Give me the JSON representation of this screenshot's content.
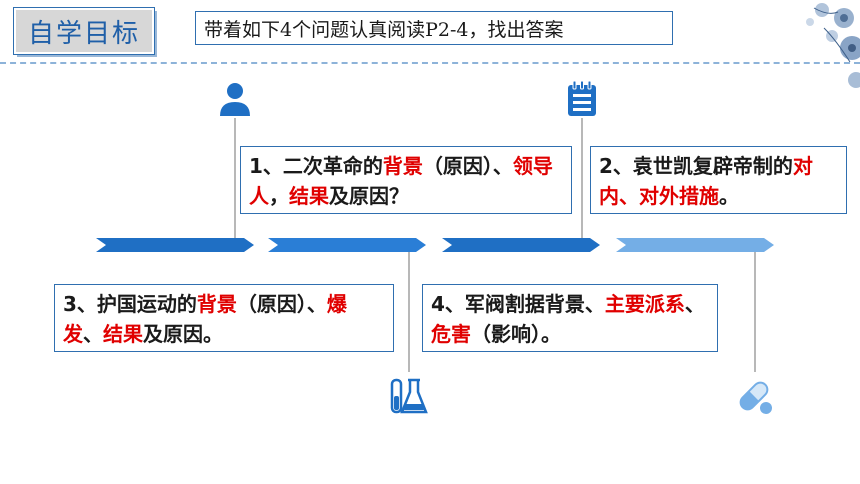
{
  "header": {
    "title": "自学目标",
    "instruction": "带着如下4个问题认真阅读P2-4，找出答案"
  },
  "questions": [
    {
      "parts": [
        {
          "text": "1、二次革命的",
          "red": false
        },
        {
          "text": "背景",
          "red": true
        },
        {
          "text": "（原因）、",
          "red": false
        },
        {
          "text": "领导人",
          "red": true
        },
        {
          "text": "，",
          "red": false
        },
        {
          "text": "结果",
          "red": true
        },
        {
          "text": "及原因？",
          "red": false
        }
      ]
    },
    {
      "parts": [
        {
          "text": "2、袁世凯复辟帝制的",
          "red": false
        },
        {
          "text": "对内、对外措施",
          "red": true
        },
        {
          "text": "。",
          "red": false
        }
      ]
    },
    {
      "parts": [
        {
          "text": "3、护国运动的",
          "red": false
        },
        {
          "text": "背景",
          "red": true
        },
        {
          "text": "（原因）、",
          "red": false
        },
        {
          "text": "爆发",
          "red": true
        },
        {
          "text": "、",
          "red": false
        },
        {
          "text": "结果",
          "red": true
        },
        {
          "text": "及原因。",
          "red": false
        }
      ]
    },
    {
      "parts": [
        {
          "text": "4、军阀割据背景、",
          "red": false
        },
        {
          "text": "主要派系",
          "red": true
        },
        {
          "text": "、",
          "red": false
        },
        {
          "text": "危害",
          "red": true
        },
        {
          "text": "（影响）。",
          "red": false
        }
      ]
    }
  ],
  "icons": [
    "person-icon",
    "notepad-icon",
    "flask-icon",
    "capsule-icon"
  ],
  "colors": {
    "primary": "#1f6fc4",
    "light": "#74aee6",
    "accent_red": "#e00000",
    "border": "#2f6fb0"
  }
}
